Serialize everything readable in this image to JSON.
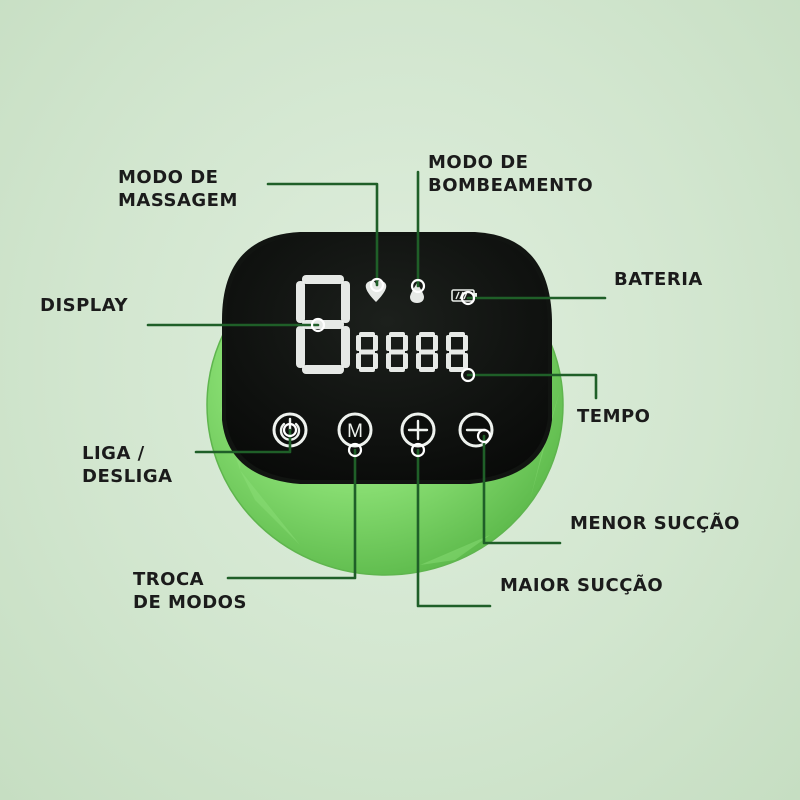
{
  "labels": {
    "massage_mode": [
      "MODO DE",
      "MASSAGEM"
    ],
    "pump_mode": [
      "MODO DE",
      "BOMBEAMENTO"
    ],
    "battery": "BATERIA",
    "display": "DISPLAY",
    "time": "TEMPO",
    "power": [
      "LIGA /",
      "DESLIGA"
    ],
    "mode_switch": [
      "TROCA",
      "DE MODOS"
    ],
    "less_suction": "MENOR SUCÇÃO",
    "more_suction": "MAIOR SUCÇÃO"
  },
  "buttons": {
    "mode_glyph": "M"
  },
  "colors": {
    "callout_line": "#1f5f28",
    "device_shell": "#7fd46a",
    "screen": "#111411",
    "background": "#d2e6cf"
  },
  "icons": [
    "heart-icon",
    "droplet-icon",
    "battery-icon",
    "power-icon",
    "plus-icon",
    "minus-icon"
  ]
}
